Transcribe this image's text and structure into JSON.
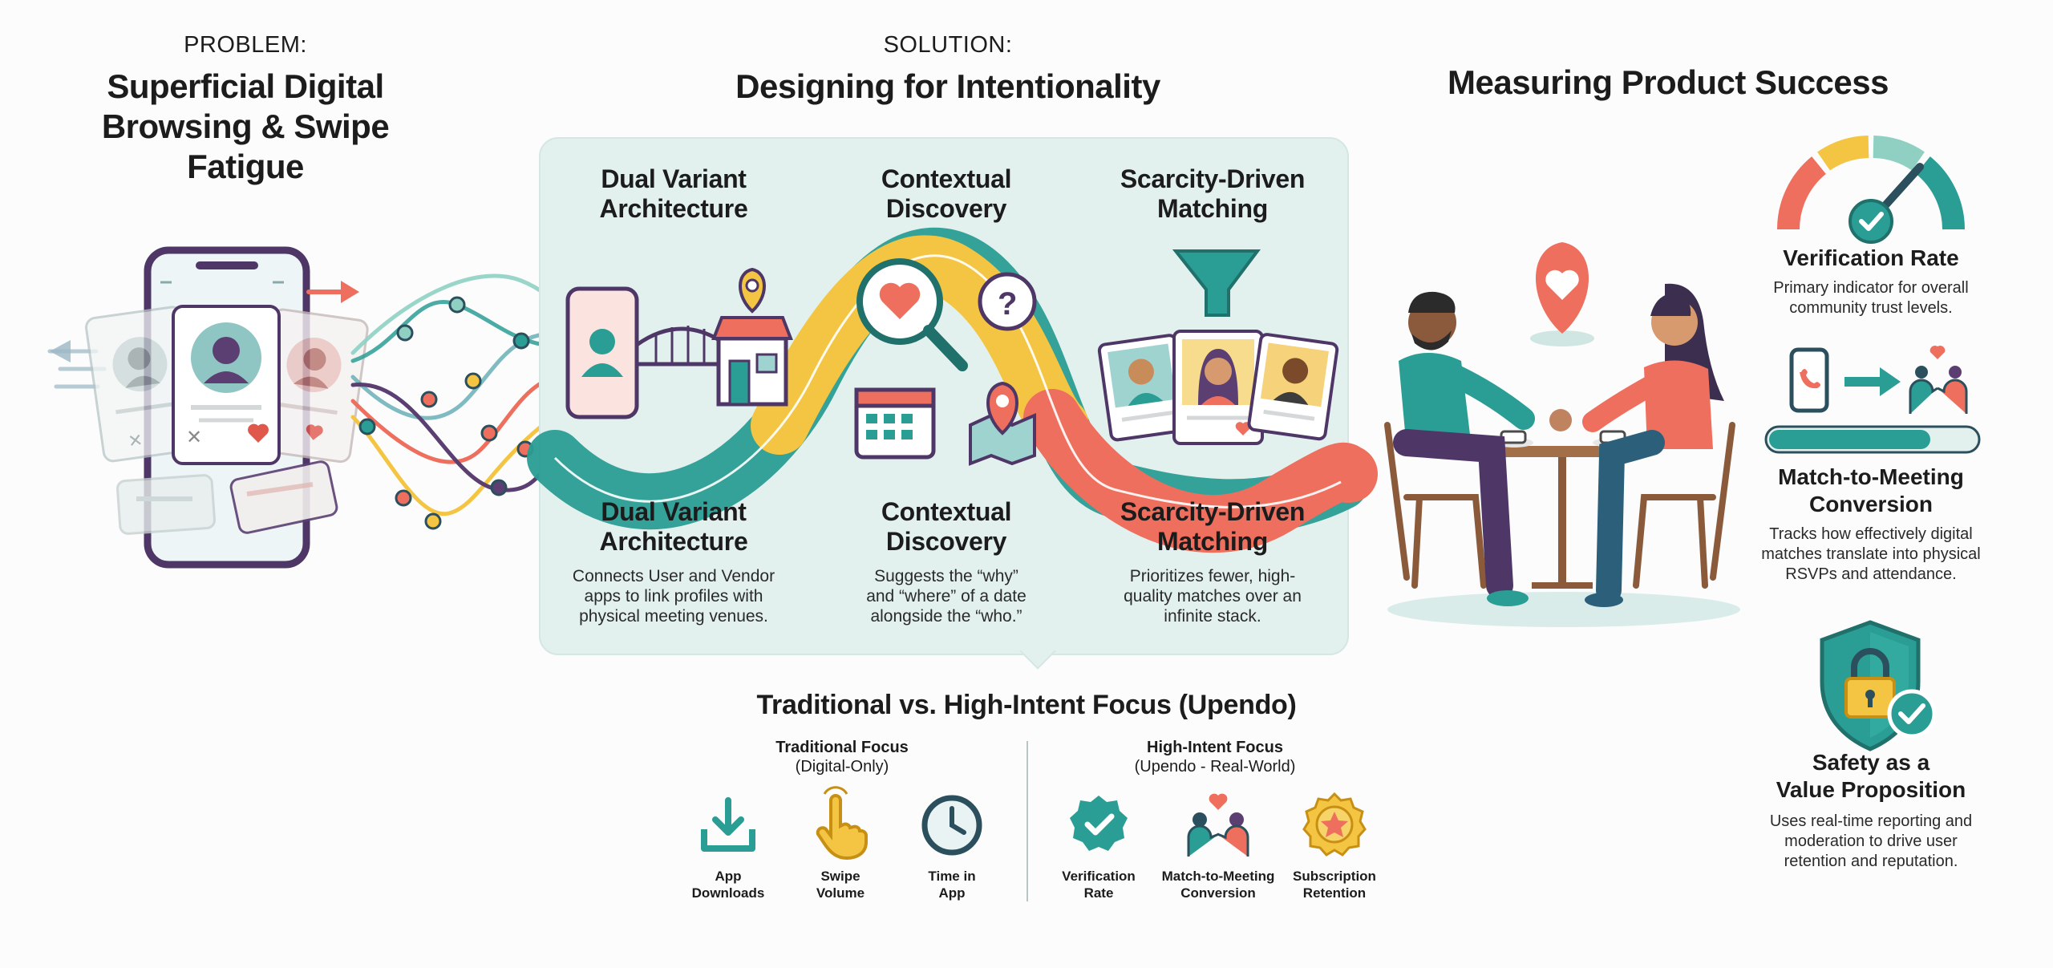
{
  "problem": {
    "kicker": "PROBLEM:",
    "title_lines": [
      "Superficial Digital",
      "Browsing & Swipe",
      "Fatigue"
    ]
  },
  "solution": {
    "kicker": "SOLUTION:",
    "title": "Designing for Intentionality",
    "pillars": [
      {
        "heading_lines": [
          "Dual Variant",
          "Architecture"
        ],
        "desc_lines": [
          "Connects User and Vendor",
          "apps to link profiles with",
          "physical meeting venues."
        ]
      },
      {
        "heading_lines": [
          "Contextual",
          "Discovery"
        ],
        "desc_lines": [
          "Suggests the “why”",
          "and “where” of a date",
          "alongside the “who.”"
        ]
      },
      {
        "heading_lines": [
          "Scarcity-Driven",
          "Matching"
        ],
        "desc_lines": [
          "Prioritizes fewer, high-",
          "quality matches over an",
          "infinite stack."
        ]
      }
    ]
  },
  "measuring": {
    "title": "Measuring Product Success",
    "metrics": [
      {
        "title_lines": [
          "Verification Rate"
        ],
        "desc_lines": [
          "Primary indicator for overall",
          "community trust levels."
        ]
      },
      {
        "title_lines": [
          "Match-to-Meeting",
          "Conversion"
        ],
        "desc_lines": [
          "Tracks how effectively digital",
          "matches translate into physical",
          "RSVPs and attendance."
        ]
      },
      {
        "title_lines": [
          "Safety as a",
          "Value Proposition"
        ],
        "desc_lines": [
          "Uses real-time reporting and",
          "moderation to drive user",
          "retention and reputation."
        ]
      }
    ],
    "conversion_progress": 0.78
  },
  "comparison": {
    "title": "Traditional vs. High-Intent Focus (Upendo)",
    "traditional": {
      "heading": "Traditional Focus",
      "sub": "(Digital-Only)",
      "items": [
        {
          "label_lines": [
            "App",
            "Downloads"
          ],
          "icon": "download-icon"
        },
        {
          "label_lines": [
            "Swipe",
            "Volume"
          ],
          "icon": "pointing-hand-icon"
        },
        {
          "label_lines": [
            "Time in",
            "App"
          ],
          "icon": "clock-icon"
        }
      ]
    },
    "high_intent": {
      "heading": "High-Intent Focus",
      "sub": "(Upendo - Real-World)",
      "items": [
        {
          "label_lines": [
            "Verification",
            "Rate"
          ],
          "icon": "verified-badge-icon"
        },
        {
          "label_lines": [
            "Match-to-Meeting",
            "Conversion"
          ],
          "icon": "couple-heart-icon"
        },
        {
          "label_lines": [
            "Subscription",
            "Retention"
          ],
          "icon": "star-medal-icon"
        }
      ]
    }
  },
  "colors": {
    "teal": "#2a9d94",
    "yellow": "#f4c542",
    "coral": "#ef6f5e",
    "purple": "#5b3f73",
    "panel": "#e3f1ee",
    "dark_teal": "#20706b"
  }
}
